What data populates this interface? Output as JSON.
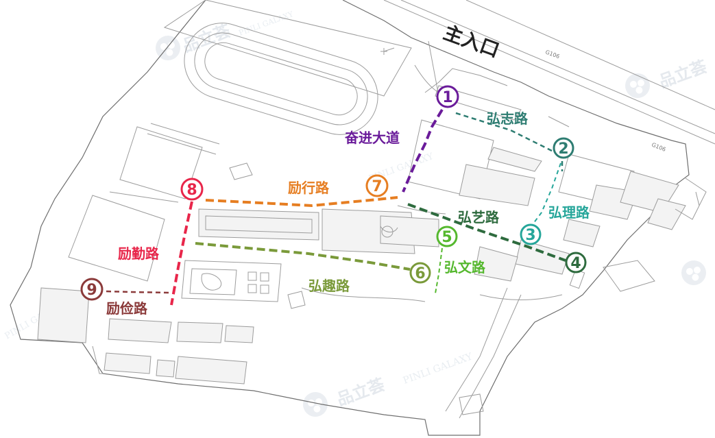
{
  "entrance": "主入口",
  "road_code": "G106",
  "watermark": {
    "cn": "品立荟",
    "en": "PINLI GALAXY"
  },
  "colors": {
    "purple": "#6a1b9a",
    "teal_dark": "#2e7d72",
    "teal": "#26a69a",
    "green_dark": "#2e6b3e",
    "green": "#55b82e",
    "olive": "#7a9a3a",
    "orange": "#e67e22",
    "red": "#e8264a",
    "maroon": "#8b3a3a"
  },
  "routes": [
    {
      "num": "1",
      "name": "奋进大道",
      "color": "#6a1b9a"
    },
    {
      "num": "2",
      "name": "弘志路",
      "color": "#2e7d72"
    },
    {
      "num": "3",
      "name": "弘理路",
      "color": "#26a69a"
    },
    {
      "num": "4",
      "name": "弘艺路",
      "color": "#2e6b3e"
    },
    {
      "num": "5",
      "name": "弘文路",
      "color": "#55b82e"
    },
    {
      "num": "6",
      "name": "弘趣路",
      "color": "#7a9a3a"
    },
    {
      "num": "7",
      "name": "励行路",
      "color": "#e67e22"
    },
    {
      "num": "8",
      "name": "励勤路",
      "color": "#e8264a"
    },
    {
      "num": "9",
      "name": "励俭路",
      "color": "#8b3a3a"
    }
  ]
}
